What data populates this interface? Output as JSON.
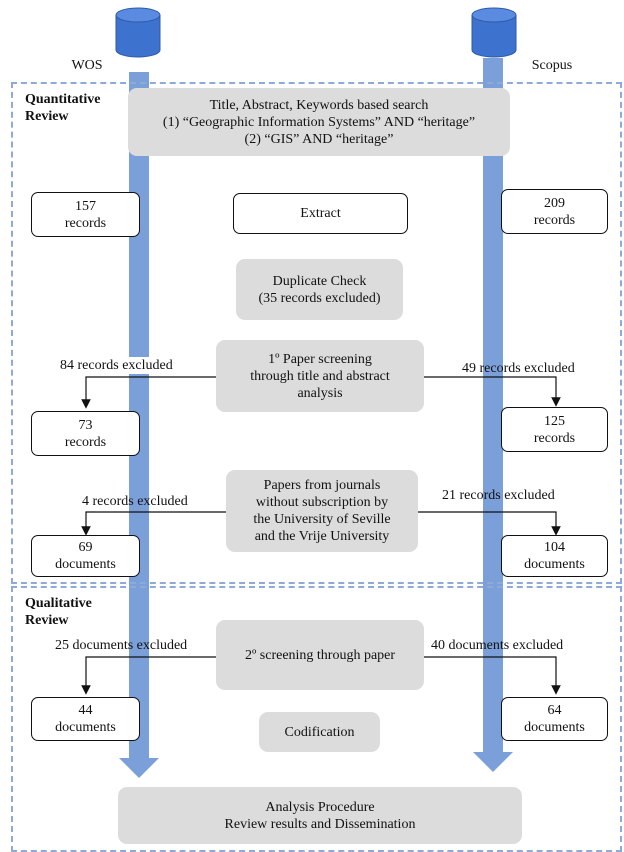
{
  "sources": {
    "left": "WOS",
    "right": "Scopus"
  },
  "sections": {
    "quantitative": "Quantitative\nReview",
    "qualitative": "Qualitative\nReview"
  },
  "search": {
    "line1": "Title, Abstract, Keywords based search",
    "line2": "(1) “Geographic Information Systems” AND “heritage”",
    "line3": "(2) “GIS” AND “heritage”"
  },
  "extract": "Extract",
  "duplicate": {
    "line1": "Duplicate Check",
    "line2": "(35 records excluded)"
  },
  "screen1": {
    "line1": "1º Paper screening",
    "line2": "through title and abstract",
    "line3": "analysis"
  },
  "journals": {
    "line1": "Papers from journals",
    "line2": "without subscription by",
    "line3": "the University of Seville",
    "line4": "and the Vrije University"
  },
  "screen2": "2º screening through paper",
  "codification": "Codification",
  "analysis": {
    "line1": "Analysis Procedure",
    "line2": "Review results and Dissemination"
  },
  "left": {
    "r1": {
      "num": "157",
      "unit": "records"
    },
    "ex1": "84 records excluded",
    "r2": {
      "num": "73",
      "unit": "records"
    },
    "ex2": "4 records excluded",
    "r3": {
      "num": "69",
      "unit": "documents"
    },
    "ex3": "25 documents excluded",
    "r4": {
      "num": "44",
      "unit": "documents"
    }
  },
  "right": {
    "r1": {
      "num": "209",
      "unit": "records"
    },
    "ex1": "49 records excluded",
    "r2": {
      "num": "125",
      "unit": "records"
    },
    "ex2": "21 records excluded",
    "r3": {
      "num": "104",
      "unit": "documents"
    },
    "ex3": "40 documents excluded",
    "r4": {
      "num": "64",
      "unit": "documents"
    }
  }
}
